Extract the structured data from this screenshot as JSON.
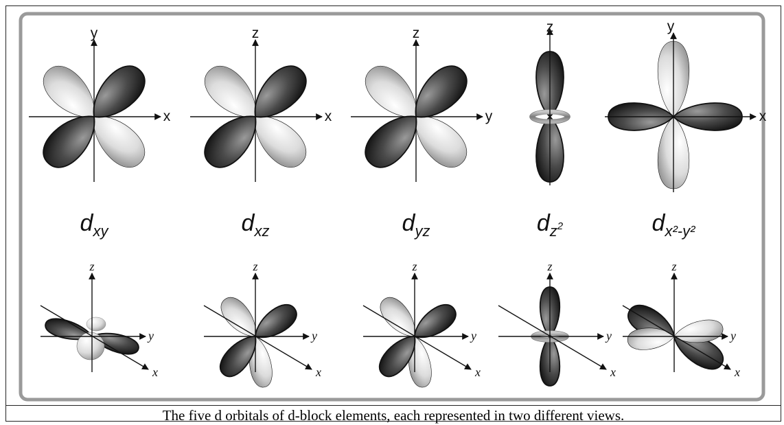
{
  "palette": {
    "dark_lobe": "#4a4a4a",
    "light_lobe": "#d8d8d8",
    "panel_border": "#9a9a9a",
    "axis": "#111111"
  },
  "orbitals": [
    {
      "name": "d_xy",
      "label_base": "d",
      "label_sub": "xy",
      "label_sup": "",
      "top_axes": {
        "vertical": "y",
        "horizontal": "x"
      },
      "bottom_axes": {
        "vertical": "z",
        "horizontal": "y",
        "diagonal": "x"
      }
    },
    {
      "name": "d_xz",
      "label_base": "d",
      "label_sub": "xz",
      "label_sup": "",
      "top_axes": {
        "vertical": "z",
        "horizontal": "x"
      },
      "bottom_axes": {
        "vertical": "z",
        "horizontal": "y",
        "diagonal": "x"
      }
    },
    {
      "name": "d_yz",
      "label_base": "d",
      "label_sub": "yz",
      "label_sup": "",
      "top_axes": {
        "vertical": "z",
        "horizontal": "y"
      },
      "bottom_axes": {
        "vertical": "z",
        "horizontal": "y",
        "diagonal": "x"
      }
    },
    {
      "name": "d_z2",
      "label_base": "d",
      "label_sub": "z",
      "label_sup": "2",
      "top_axes": {
        "vertical": "z",
        "horizontal": ""
      },
      "bottom_axes": {
        "vertical": "z",
        "horizontal": "y",
        "diagonal": "x"
      }
    },
    {
      "name": "d_x2-y2",
      "label_base": "d",
      "label_sub": "x2-y2",
      "label_sup": "",
      "top_axes": {
        "vertical": "y",
        "horizontal": "x"
      },
      "bottom_axes": {
        "vertical": "z",
        "horizontal": "y",
        "diagonal": "x"
      }
    }
  ],
  "caption": "The five d orbitals of d-block elements, each represented in two different views."
}
